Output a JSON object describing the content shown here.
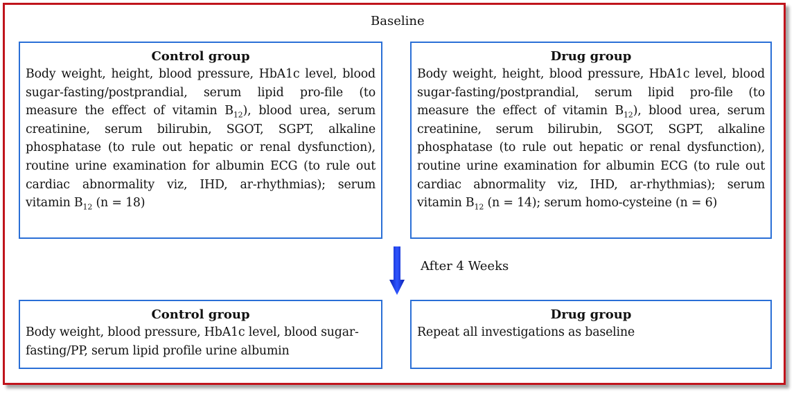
{
  "baseline_label": "Baseline",
  "interval_label": "After 4 Weeks",
  "baseline": {
    "control": {
      "title": "Control group",
      "text_a": "Body weight, height,  blood pressure, HbA1c level, blood sugar-fasting/postprandial, serum lipid pro-file (to measure the effect of vitamin B",
      "sub_a": "12",
      "text_b": "), blood urea, serum creatinine, serum bilirubin, SGOT, SGPT, alkaline phosphatase (to rule out hepatic or renal dysfunction), routine urine examination for albumin ECG (to rule out cardiac abnormality viz, IHD, ar-rhythmias); serum vitamin B",
      "sub_b": "12",
      "text_c": " (n = 18)"
    },
    "drug": {
      "title": "Drug group",
      "text_a": "Body weight, height,  blood pressure, HbA1c level, blood sugar-fasting/postprandial, serum lipid pro-file (to measure the effect of vitamin B",
      "sub_a": "12",
      "text_b": "), blood urea, serum creatinine, serum bilirubin, SGOT, SGPT, alkaline phosphatase (to rule out hepatic or renal dysfunction), routine urine examination for albumin ECG (to rule out cardiac abnormality viz, IHD, ar-rhythmias); serum vitamin B",
      "sub_b": "12",
      "text_c": " (n = 14); serum homo-cysteine (n = 6)"
    }
  },
  "followup": {
    "control": {
      "title": "Control group",
      "text": "Body weight, blood pressure, HbA1c level, blood sugar-fasting/PP, serum lipid profile urine albumin"
    },
    "drug": {
      "title": "Drug group",
      "text": "Repeat all investigations as baseline"
    }
  },
  "colors": {
    "frame": "#c0141c",
    "box_border": "#2a6fd6",
    "arrow": "#1a3fe0"
  },
  "icons": {
    "arrow": "down-arrow-icon"
  }
}
